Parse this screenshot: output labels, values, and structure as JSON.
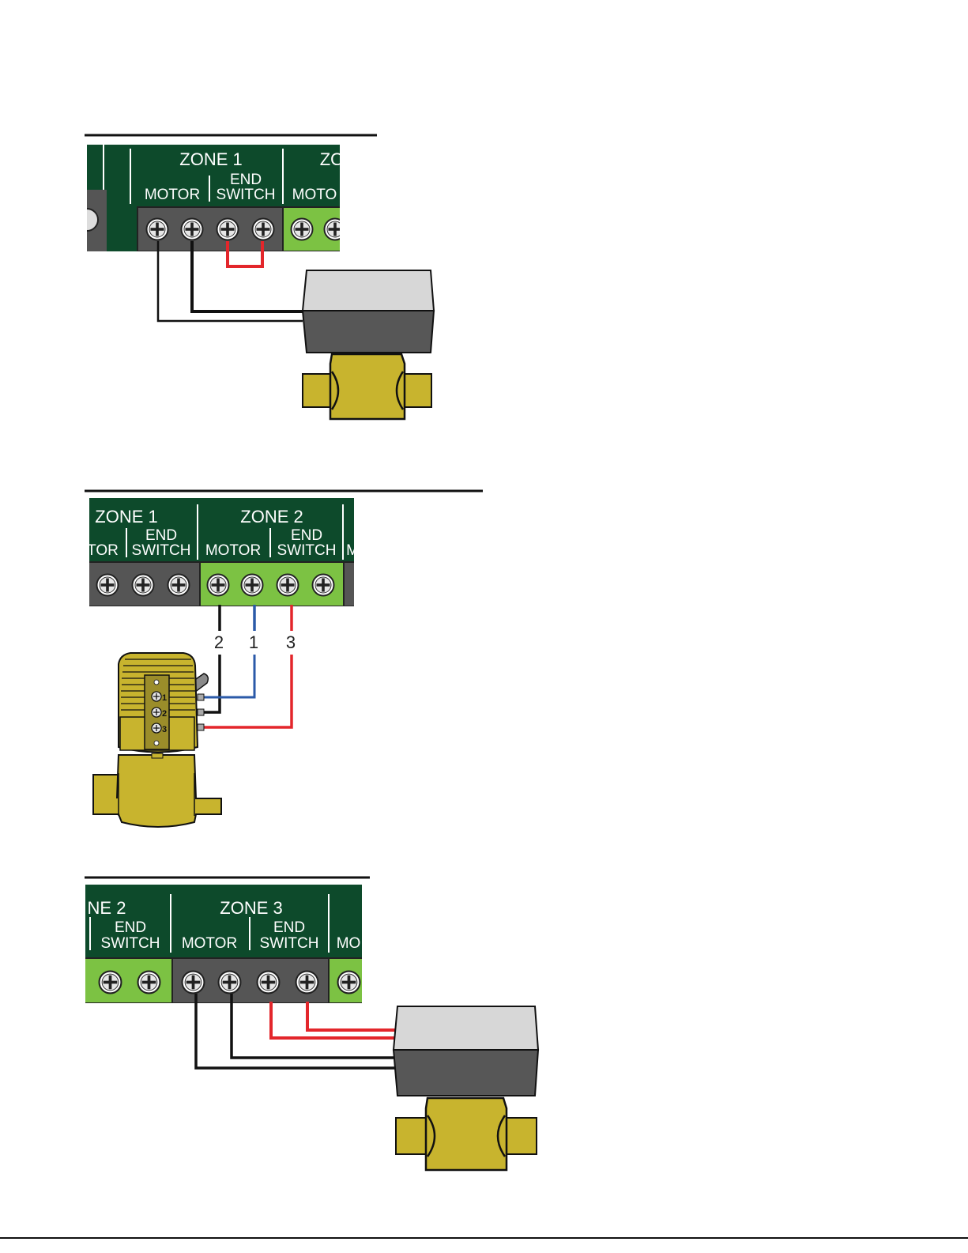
{
  "colors": {
    "board_green": "#0d4a2b",
    "terminal_gray": "#555555",
    "terminal_green": "#7cc243",
    "wire_red": "#e3262b",
    "wire_blue": "#2b5aa8",
    "wire_black": "#111111",
    "brass": "#c8b42e",
    "actuator_light": "#d7d7d7",
    "actuator_dark": "#575757"
  },
  "diagram1": {
    "zone_title": "ZONE 1",
    "motor_label": "MOTOR",
    "end_label": "END",
    "switch_label": "SWITCH",
    "next_zone_partial": "ZO",
    "next_motor_partial": "MOTO"
  },
  "diagram2": {
    "prev_zone_title": "ZONE 1",
    "prev_motor_partial": "TOR",
    "prev_end_label": "END",
    "prev_switch_label": "SWITCH",
    "zone_title": "ZONE 2",
    "motor_label": "MOTOR",
    "end_label": "END",
    "switch_label": "SWITCH",
    "next_motor_partial": "M",
    "wire_numbers": [
      "2",
      "1",
      "3"
    ],
    "valve_terminal_numbers": [
      "1",
      "2",
      "3"
    ]
  },
  "diagram3": {
    "prev_zone_partial": "NE 2",
    "prev_end_label": "END",
    "prev_switch_label": "SWITCH",
    "zone_title": "ZONE 3",
    "motor_label": "MOTOR",
    "end_label": "END",
    "switch_label": "SWITCH",
    "next_motor_partial": "MO"
  },
  "icons": [
    "terminal-screw-icon",
    "zone-valve-actuator-icon",
    "taco-zone-valve-icon"
  ]
}
